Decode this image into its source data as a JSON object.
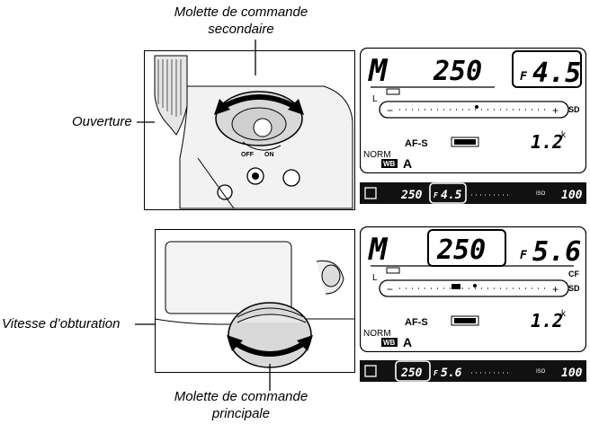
{
  "captions": {
    "top_dial_line1": "Molette de commande",
    "top_dial_line2": "secondaire",
    "bottom_dial_line1": "Molette de commande",
    "bottom_dial_line2": "principale",
    "aperture_label": "Ouverture",
    "shutter_label": "Vitesse d’obturation"
  },
  "top_lcd": {
    "mode": "M",
    "shutter": "250",
    "aperture_prefix": "F",
    "aperture": "4.5",
    "minus": "−",
    "plus": "+",
    "sd": "SD",
    "af": "AF-S",
    "remaining": "1.2",
    "k": "k",
    "norm": "NORM",
    "wb": "WB",
    "wb_value": "A",
    "l": "L"
  },
  "top_viewfinder": {
    "shutter": "250",
    "aperture_prefix": "F",
    "aperture": "4.5",
    "iso": "ISO",
    "iso_value": "100"
  },
  "bottom_lcd": {
    "mode": "M",
    "shutter": "250",
    "aperture_prefix": "F",
    "aperture": "5.6",
    "minus": "−",
    "plus": "+",
    "cf": "CF",
    "sd": "SD",
    "af": "AF-S",
    "remaining": "1.2",
    "k": "k",
    "norm": "NORM",
    "wb": "WB",
    "wb_value": "A",
    "l": "L"
  },
  "bottom_viewfinder": {
    "shutter": "250",
    "aperture_prefix": "F",
    "aperture": "5.6",
    "iso": "ISO",
    "iso_value": "100"
  },
  "colors": {
    "ink": "#000000",
    "camera_light": "#ececec",
    "camera_mid": "#c8c8c8",
    "viewfinder_bar": "#111111"
  }
}
